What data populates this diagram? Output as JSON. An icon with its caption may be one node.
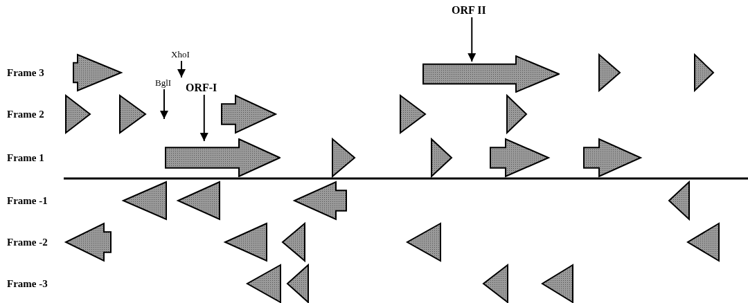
{
  "diagram": {
    "nodes": [
      {
        "text": [
          "XhoI"
        ]
      },
      {
        "text": [
          "BglI"
        ]
      },
      {
        "text": [
          "ORF-I"
        ]
      },
      {
        "text": [
          "ORF II"
        ]
      },
      {
        "text": [],
        "shape": "arrow"
      },
      {
        "text": [],
        "shape": "arrow"
      }
    ],
    "edges": [
      {
        "from": 0,
        "to": null,
        "arrow": "to"
      },
      {
        "from": 1,
        "to": null,
        "arrow": "to"
      },
      {
        "from": 2,
        "to": 4,
        "arrow": "to"
      },
      {
        "from": 3,
        "to": 5,
        "arrow": "to"
      }
    ],
    "labels": [
      "Frame 3",
      "Frame 2",
      "Frame 1",
      "Frame -1",
      "Frame -2",
      "Frame -3"
    ]
  }
}
